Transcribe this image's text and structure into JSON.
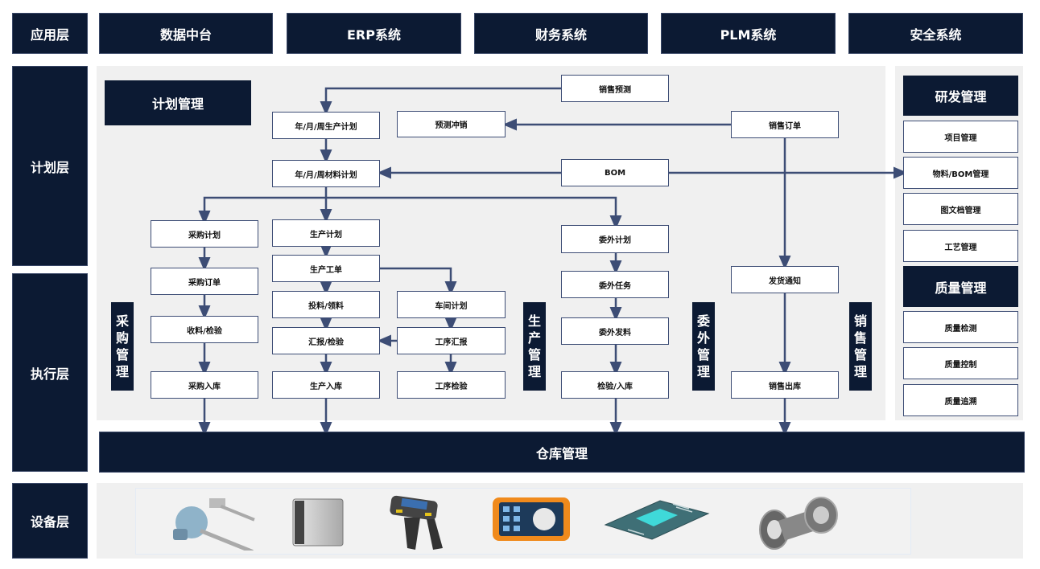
{
  "layers": {
    "app": "应用层",
    "plan": "计划层",
    "exec": "执行层",
    "device": "设备层"
  },
  "app_systems": [
    "数据中台",
    "ERP系统",
    "财务系统",
    "PLM系统",
    "安全系统"
  ],
  "plan_mgmt": {
    "title": "计划管理",
    "nodes": {
      "sales_forecast": "销售预测",
      "annual_prod_plan": "年/月/周生产计划",
      "forecast_offset": "预测冲销",
      "sales_order": "销售订单",
      "annual_mat_plan": "年/月/周材料计划",
      "bom": "BOM"
    }
  },
  "exec": {
    "purchase": {
      "label": "采购管理",
      "chars": [
        "采",
        "购",
        "管",
        "理"
      ],
      "nodes": [
        "采购计划",
        "采购订单",
        "收料/检验",
        "采购入库"
      ]
    },
    "production": {
      "label": "生产管理",
      "chars": [
        "生",
        "产",
        "管",
        "理"
      ],
      "nodes": [
        "生产计划",
        "生产工单",
        "投料/领料",
        "汇报/检验",
        "生产入库"
      ],
      "workshop": [
        "车间计划",
        "工序汇报",
        "工序检验"
      ]
    },
    "outsource": {
      "label": "委外管理",
      "chars": [
        "委",
        "外",
        "管",
        "理"
      ],
      "nodes": [
        "委外计划",
        "委外任务",
        "委外发料",
        "检验/入库"
      ]
    },
    "sales": {
      "label": "销售管理",
      "chars": [
        "销",
        "售",
        "管",
        "理"
      ],
      "nodes": [
        "发货通知",
        "销售出库"
      ]
    }
  },
  "rd": {
    "title": "研发管理",
    "items": [
      "项目管理",
      "物料/BOM管理",
      "图文档管理",
      "工艺管理"
    ]
  },
  "quality": {
    "title": "质量管理",
    "items": [
      "质量检测",
      "质量控制",
      "质量追溯"
    ]
  },
  "warehouse": "仓库管理",
  "devices": [
    "temperature-sensor",
    "rfid-reader-panel",
    "handheld-scanner",
    "industrial-tablet",
    "circuit-board",
    "turbine-engine"
  ]
}
